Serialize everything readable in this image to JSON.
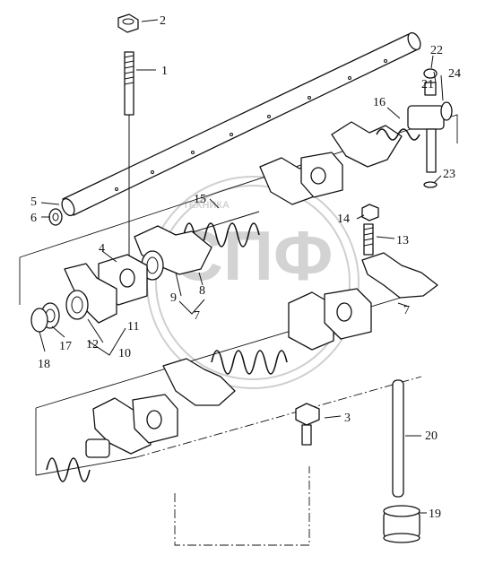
{
  "watermark": {
    "big_text": "СПФ",
    "small_text": "ТЕХНИКА"
  },
  "callouts": {
    "c1": "1",
    "c2": "2",
    "c3": "3",
    "c4": "4",
    "c5": "5",
    "c6": "6",
    "c7a": "7",
    "c7b": "7",
    "c8": "8",
    "c9": "9",
    "c10": "10",
    "c11": "11",
    "c12": "12",
    "c13": "13",
    "c14": "14",
    "c15": "15",
    "c16": "16",
    "c17": "17",
    "c18": "18",
    "c19": "19",
    "c20": "20",
    "c21": "21",
    "c22": "22",
    "c23": "23",
    "c24": "24"
  }
}
